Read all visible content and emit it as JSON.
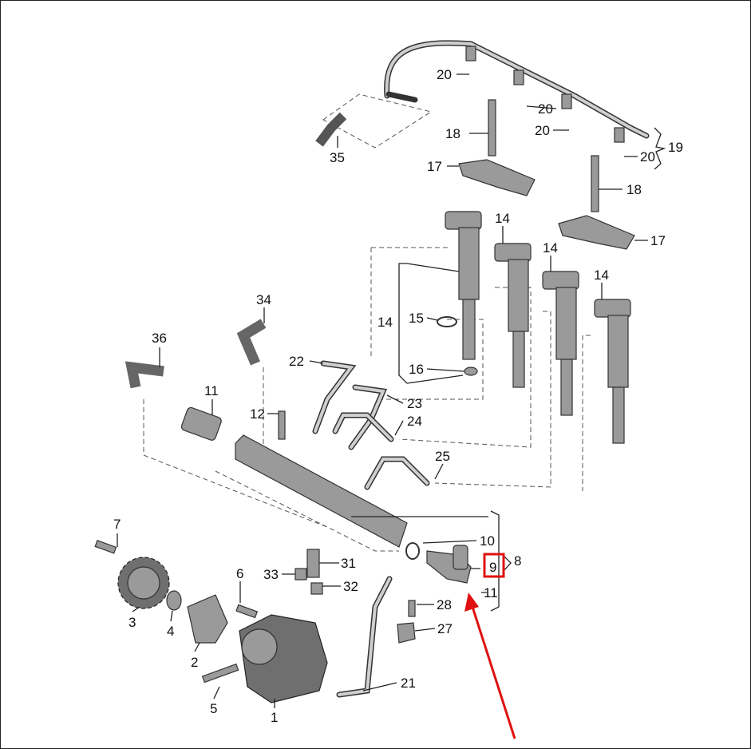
{
  "diagram": {
    "title": "Fuel injection system exploded parts diagram",
    "labels": [
      "20",
      "20",
      "20",
      "20",
      "19",
      "18",
      "18",
      "17",
      "17",
      "35",
      "14",
      "14",
      "14",
      "14",
      "15",
      "16",
      "34",
      "36",
      "22",
      "23",
      "24",
      "25",
      "11",
      "12",
      "10",
      "8",
      "9",
      "11",
      "7",
      "31",
      "33",
      "32",
      "6",
      "28",
      "27",
      "3",
      "4",
      "2",
      "21",
      "5",
      "1"
    ],
    "highlighted_label": "9",
    "highlight_color": "#e01010",
    "arrow_color": "#e01010"
  }
}
